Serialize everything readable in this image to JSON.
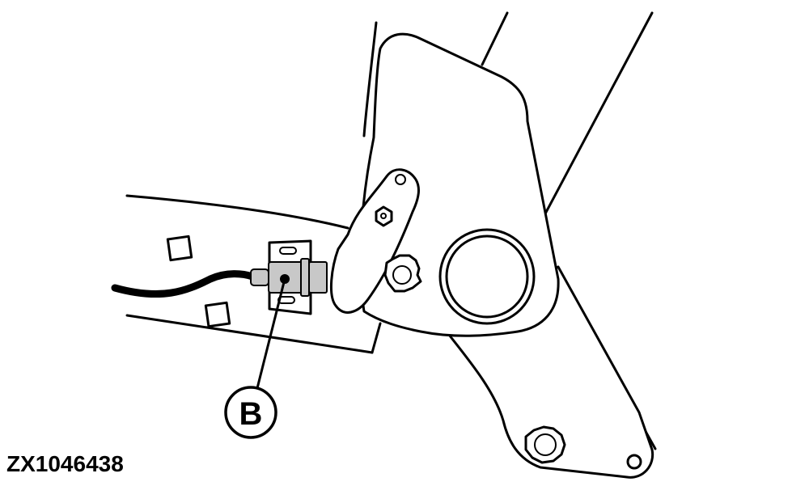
{
  "figure": {
    "id_label": "ZX1046438"
  },
  "callouts": [
    {
      "label": "B",
      "target": "proximity-sensor"
    }
  ],
  "colors": {
    "line": "#000000",
    "background": "#ffffff",
    "sensor_fill": "#c8c8c8",
    "cable": "#000000"
  }
}
